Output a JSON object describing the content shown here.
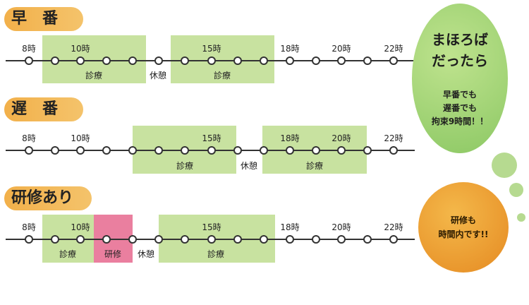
{
  "rows": [
    {
      "title": "早番",
      "ticks": [
        "8時",
        "10時",
        "15時",
        "18時",
        "20時",
        "22時"
      ],
      "labels": [
        "診療",
        "休憩",
        "診療"
      ]
    },
    {
      "title": "遅番",
      "ticks": [
        "8時",
        "10時",
        "15時",
        "18時",
        "20時",
        "22時"
      ],
      "labels": [
        "診療",
        "休憩",
        "診療"
      ]
    },
    {
      "title": "研修あり",
      "ticks": [
        "8時",
        "10時",
        "15時",
        "18時",
        "20時",
        "22時"
      ],
      "labels": [
        "診療",
        "研修",
        "休憩",
        "診療"
      ]
    }
  ],
  "bubble_main": {
    "line1": "まほろば",
    "line2": "だったら",
    "line3": "早番でも",
    "line4": "遅番でも",
    "line5": "拘束9時間！！"
  },
  "bubble_training": {
    "line1": "研修も",
    "line2": "時間内です!!"
  },
  "colors": {
    "title_pill": "#f0a43a",
    "work_block": "#c8e2a0",
    "training_block": "#ea7f9f",
    "main_bubble": "#9ccd6f",
    "training_bubble": "#ec9a2e"
  }
}
